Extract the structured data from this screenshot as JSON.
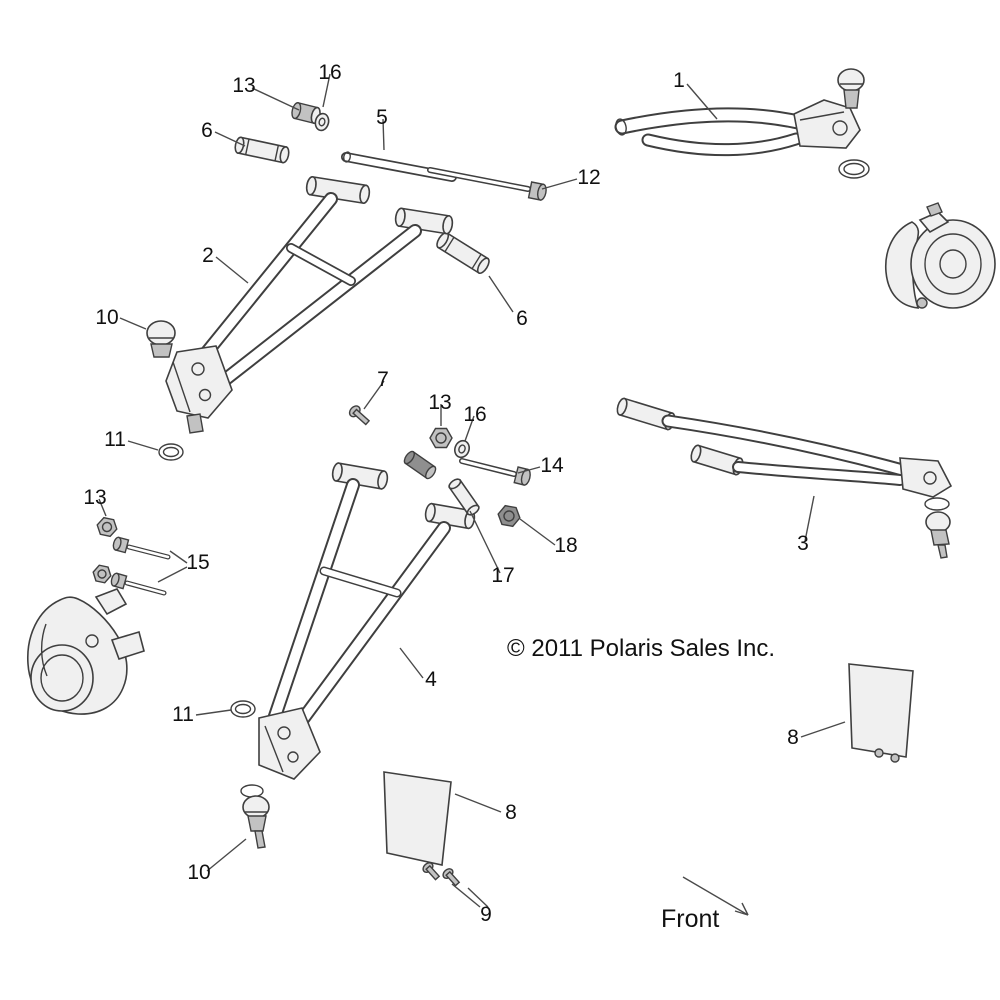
{
  "page": {
    "copyright": "© 2011 Polaris Sales Inc.",
    "front_label": "Front"
  },
  "callouts": [
    {
      "label": "13"
    },
    {
      "label": "16"
    },
    {
      "label": "5"
    },
    {
      "label": "6"
    },
    {
      "label": "1"
    },
    {
      "label": "12"
    },
    {
      "label": "2"
    },
    {
      "label": "6"
    },
    {
      "label": "10"
    },
    {
      "label": "11"
    },
    {
      "label": "7"
    },
    {
      "label": "13"
    },
    {
      "label": "16"
    },
    {
      "label": "14"
    },
    {
      "label": "18"
    },
    {
      "label": "17"
    },
    {
      "label": "3"
    },
    {
      "label": "13"
    },
    {
      "label": "15"
    },
    {
      "label": "4"
    },
    {
      "label": "11"
    },
    {
      "label": "8"
    },
    {
      "label": "8"
    },
    {
      "label": "10"
    },
    {
      "label": "9"
    }
  ]
}
